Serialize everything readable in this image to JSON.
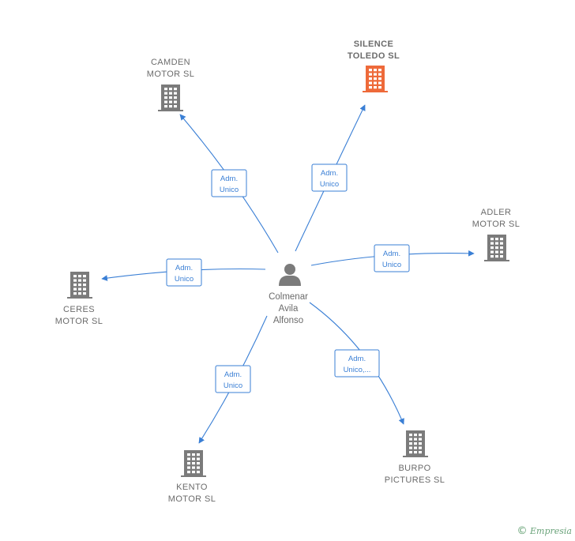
{
  "center": {
    "name_lines": [
      "Colmenar",
      "Avila",
      "Alfonso"
    ],
    "icon": "person-icon"
  },
  "companies": [
    {
      "id": "camden",
      "lines": [
        "CAMDEN",
        "MOTOR  SL"
      ],
      "role": [
        "Adm.",
        "Unico"
      ],
      "highlight": false
    },
    {
      "id": "silence",
      "lines": [
        "SILENCE",
        "TOLEDO  SL"
      ],
      "role": [
        "Adm.",
        "Unico"
      ],
      "highlight": true
    },
    {
      "id": "adler",
      "lines": [
        "ADLER",
        "MOTOR SL"
      ],
      "role": [
        "Adm.",
        "Unico"
      ],
      "highlight": false
    },
    {
      "id": "ceres",
      "lines": [
        "CERES",
        "MOTOR SL"
      ],
      "role": [
        "Adm.",
        "Unico"
      ],
      "highlight": false
    },
    {
      "id": "kento",
      "lines": [
        "KENTO",
        "MOTOR  SL"
      ],
      "role": [
        "Adm.",
        "Unico"
      ],
      "highlight": false
    },
    {
      "id": "burpo",
      "lines": [
        "BURPO",
        "PICTURES SL"
      ],
      "role": [
        "Adm.",
        "Unico,..."
      ],
      "highlight": false
    }
  ],
  "colors": {
    "edge": "#3a7fd5",
    "building": "#7b7b7b",
    "highlight": "#ee6a3a"
  },
  "watermark": {
    "symbol": "©",
    "brand": "Empresia"
  }
}
